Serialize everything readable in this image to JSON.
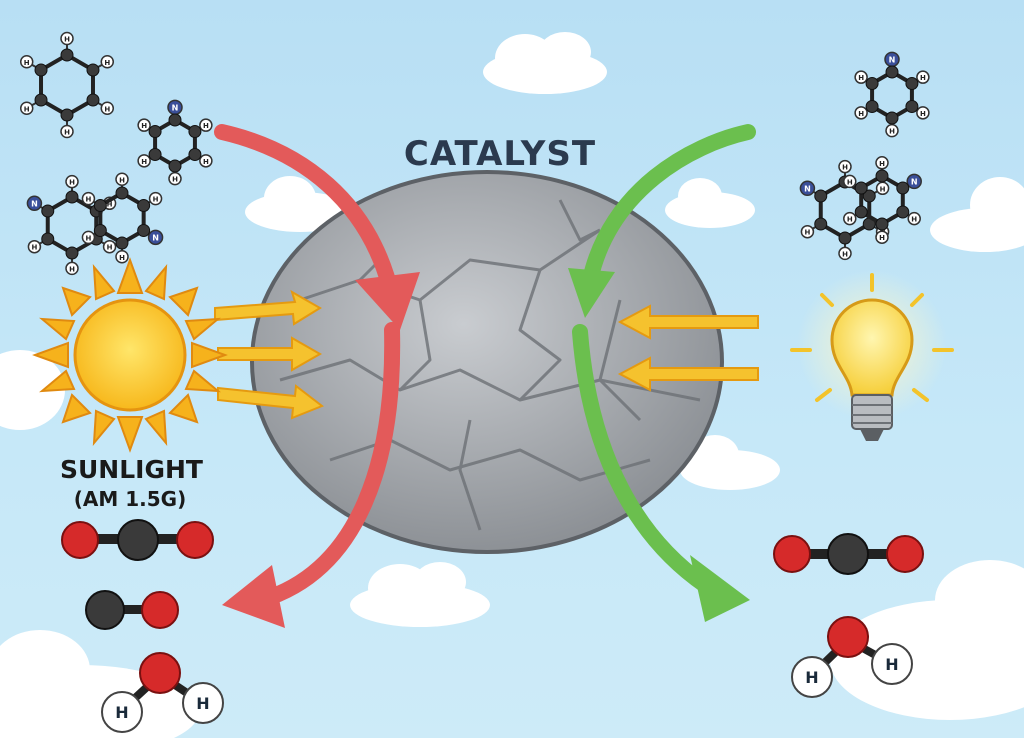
{
  "title": "CATALYST",
  "light_source_left": {
    "label": "SUNLIGHT",
    "sublabel": "(AM 1.5G)"
  },
  "atom_labels": {
    "hydrogen": "H",
    "nitrogen": "N"
  },
  "colors": {
    "sky": "#bfe3f5",
    "catalyst": "#9a9ea3",
    "red_arrow": "#e35a5a",
    "green_arrow": "#6bbf4e",
    "light_arrow": "#f5c22e",
    "oxygen": "#d62a2a",
    "carbon": "#3a3a3a",
    "nitrogen": "#3a4f9a"
  }
}
